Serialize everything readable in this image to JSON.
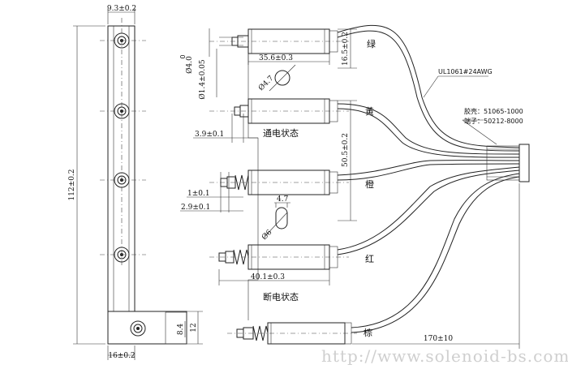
{
  "dimensions": {
    "top_width": "9.3±0.2",
    "total_height": "112±0.2",
    "bottom_width": "16±0.2",
    "tab_height": "12",
    "tab_inner": "8.4",
    "body_length_top": "35.6±0.3",
    "pitch_top": "16.5±0.2",
    "plunger_dia": "Ø4.0",
    "plunger_dia_tol": "0\n-0.05",
    "pin_dia": "Ø1.4±0.05",
    "hole_dia": "Ø4.7",
    "stroke_energized": "3.9±0.1",
    "span": "50.5±0.2",
    "d1": "1±0.1",
    "d2": "2.9±0.1",
    "slot_width": "4.7",
    "slot_dia": "Ø6",
    "body_length_bottom": "40.1±0.3",
    "wire_length": "170±10"
  },
  "labels": {
    "energized": "通电状态",
    "deenergized": "断电状态",
    "wire_spec": "UL1061#24AWG",
    "housing": "胶壳：51065-1000",
    "terminal": "端子：50212-8000"
  },
  "wire_colors": {
    "green": "绿",
    "yellow": "黄",
    "orange": "橙",
    "red": "红",
    "brown": "棕"
  },
  "watermark": "http://www.solenoid-bs.com"
}
